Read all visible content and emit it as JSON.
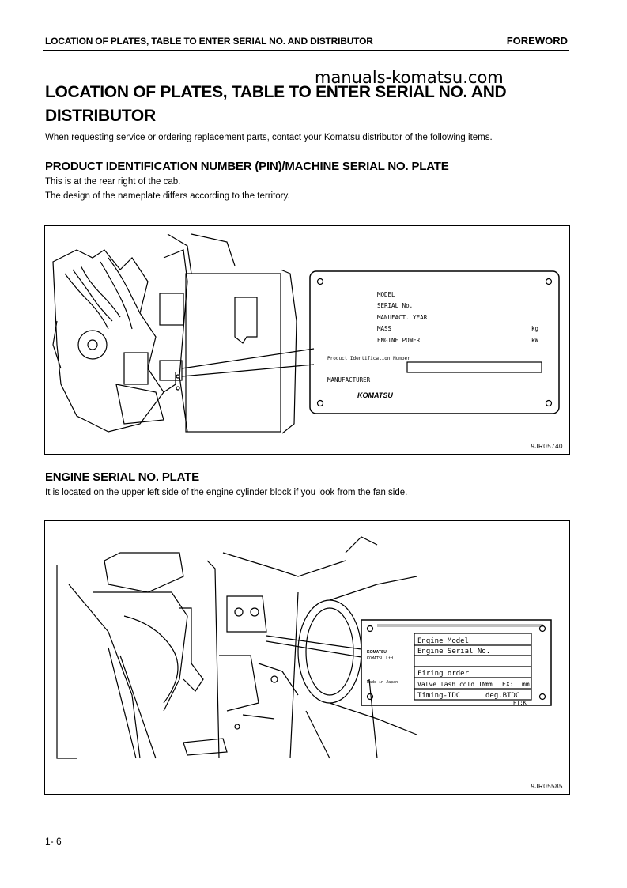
{
  "header": {
    "left": "LOCATION OF PLATES, TABLE TO ENTER SERIAL NO. AND DISTRIBUTOR",
    "right": "FOREWORD"
  },
  "watermark": "manuals-komatsu.com",
  "title": "LOCATION OF PLATES, TABLE TO ENTER SERIAL NO. AND DISTRIBUTOR",
  "intro": "When requesting service or ordering replacement parts, contact your Komatsu distributor of the following items.",
  "pin_section": {
    "heading": "PRODUCT IDENTIFICATION NUMBER (PIN)/MACHINE SERIAL NO. PLATE",
    "line1": "This is at the rear right of the cab.",
    "line2": "The design of the nameplate differs according to the territory.",
    "figure_code": "9JR05740",
    "plate": {
      "model": "MODEL",
      "serial": "SERIAL No.",
      "year": "MANUFACT. YEAR",
      "mass": "MASS",
      "mass_unit": "kg",
      "power": "ENGINE POWER",
      "power_unit": "kW",
      "pin": "Product Identification Number",
      "manufacturer": "MANUFACTURER",
      "brand": "KOMATSU"
    }
  },
  "engine_section": {
    "heading": "ENGINE SERIAL NO. PLATE",
    "line1": "It is located on the upper left side of the engine cylinder block if you look from the fan side.",
    "figure_code": "9JR05585",
    "plate": {
      "brand": "KOMATSU",
      "company": "KOMATSU Ltd.",
      "made_in": "Made in Japan",
      "engine_model": "Engine Model",
      "engine_serial": "Engine Serial No.",
      "firing_order": "Firing order",
      "valve_lash": "Valve lash cold IN:",
      "mm1": "mm",
      "ex": "EX:",
      "mm2": "mm",
      "timing": "Timing-TDC",
      "deg": "deg.BTDC",
      "pt": "PT:K"
    }
  },
  "page_number": "1- 6"
}
